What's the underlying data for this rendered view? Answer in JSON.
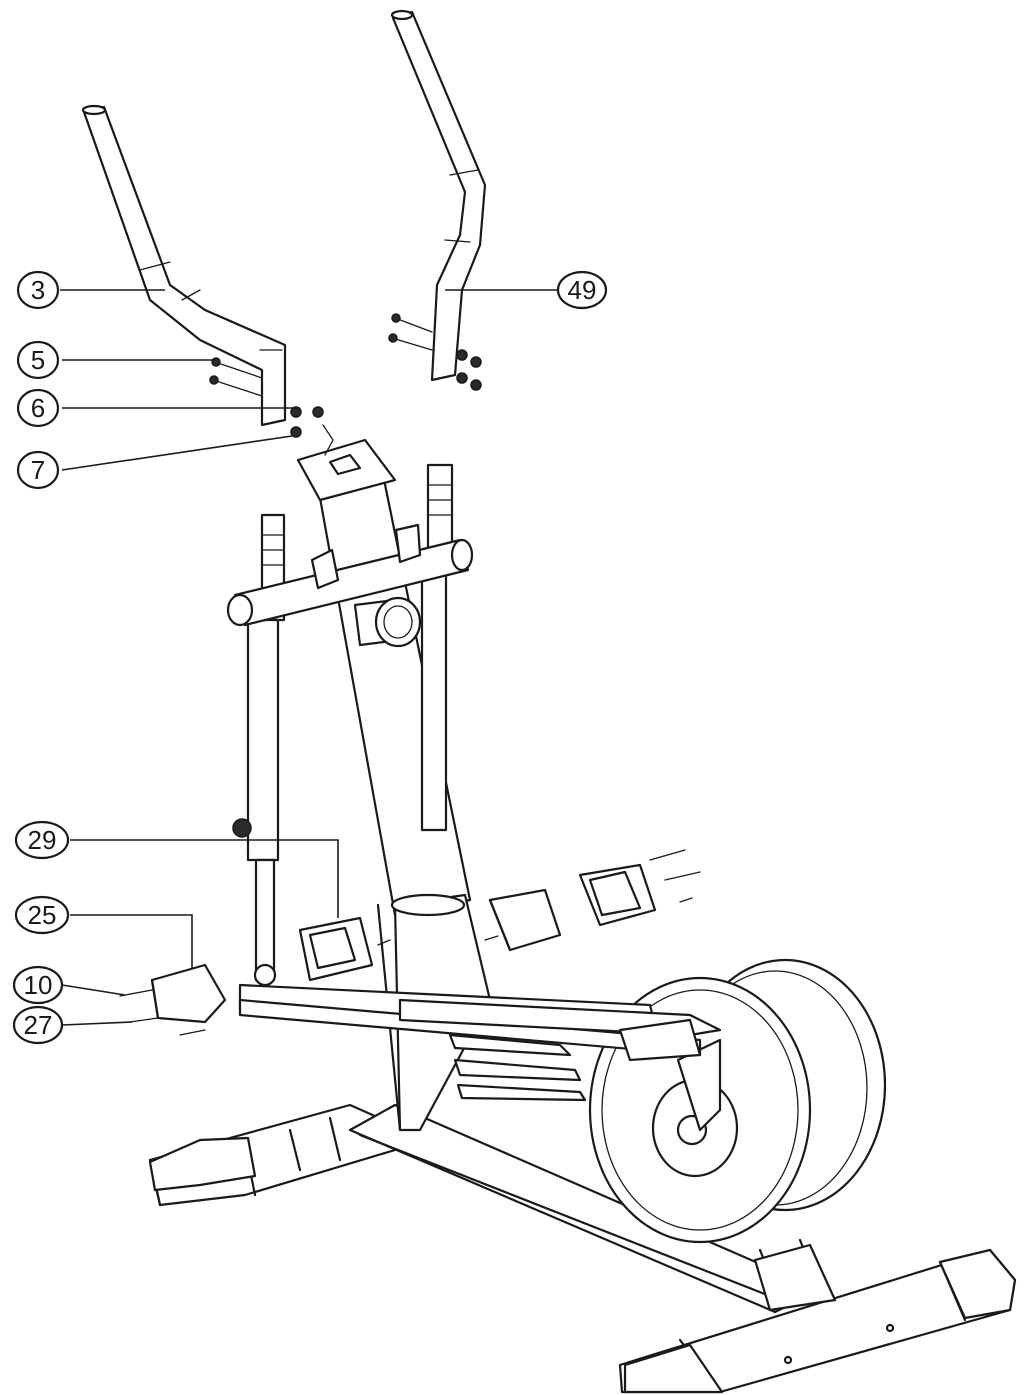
{
  "callouts": {
    "c3": "3",
    "c49": "49",
    "c5": "5",
    "c6": "6",
    "c7": "7",
    "c29": "29",
    "c25": "25",
    "c10": "10",
    "c27": "27"
  }
}
